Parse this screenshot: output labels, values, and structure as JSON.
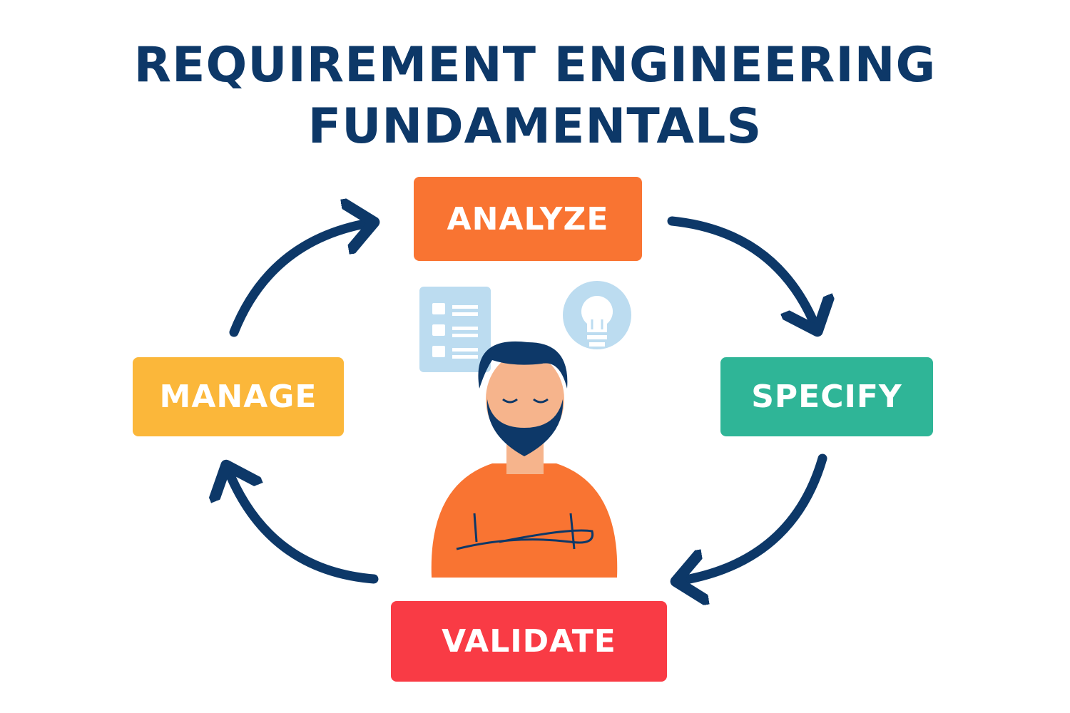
{
  "title": {
    "line1": "REQUIREMENT ENGINEERING",
    "line2": "FUNDAMENTALS"
  },
  "stages": {
    "analyze": "ANALYZE",
    "specify": "SPECIFY",
    "validate": "VALIDATE",
    "manage": "MANAGE"
  },
  "colors": {
    "title": "#0d3868",
    "analyze": "#f97432",
    "specify": "#2fb597",
    "validate": "#f93b45",
    "manage": "#fbb73a",
    "arrow": "#0d3868"
  }
}
